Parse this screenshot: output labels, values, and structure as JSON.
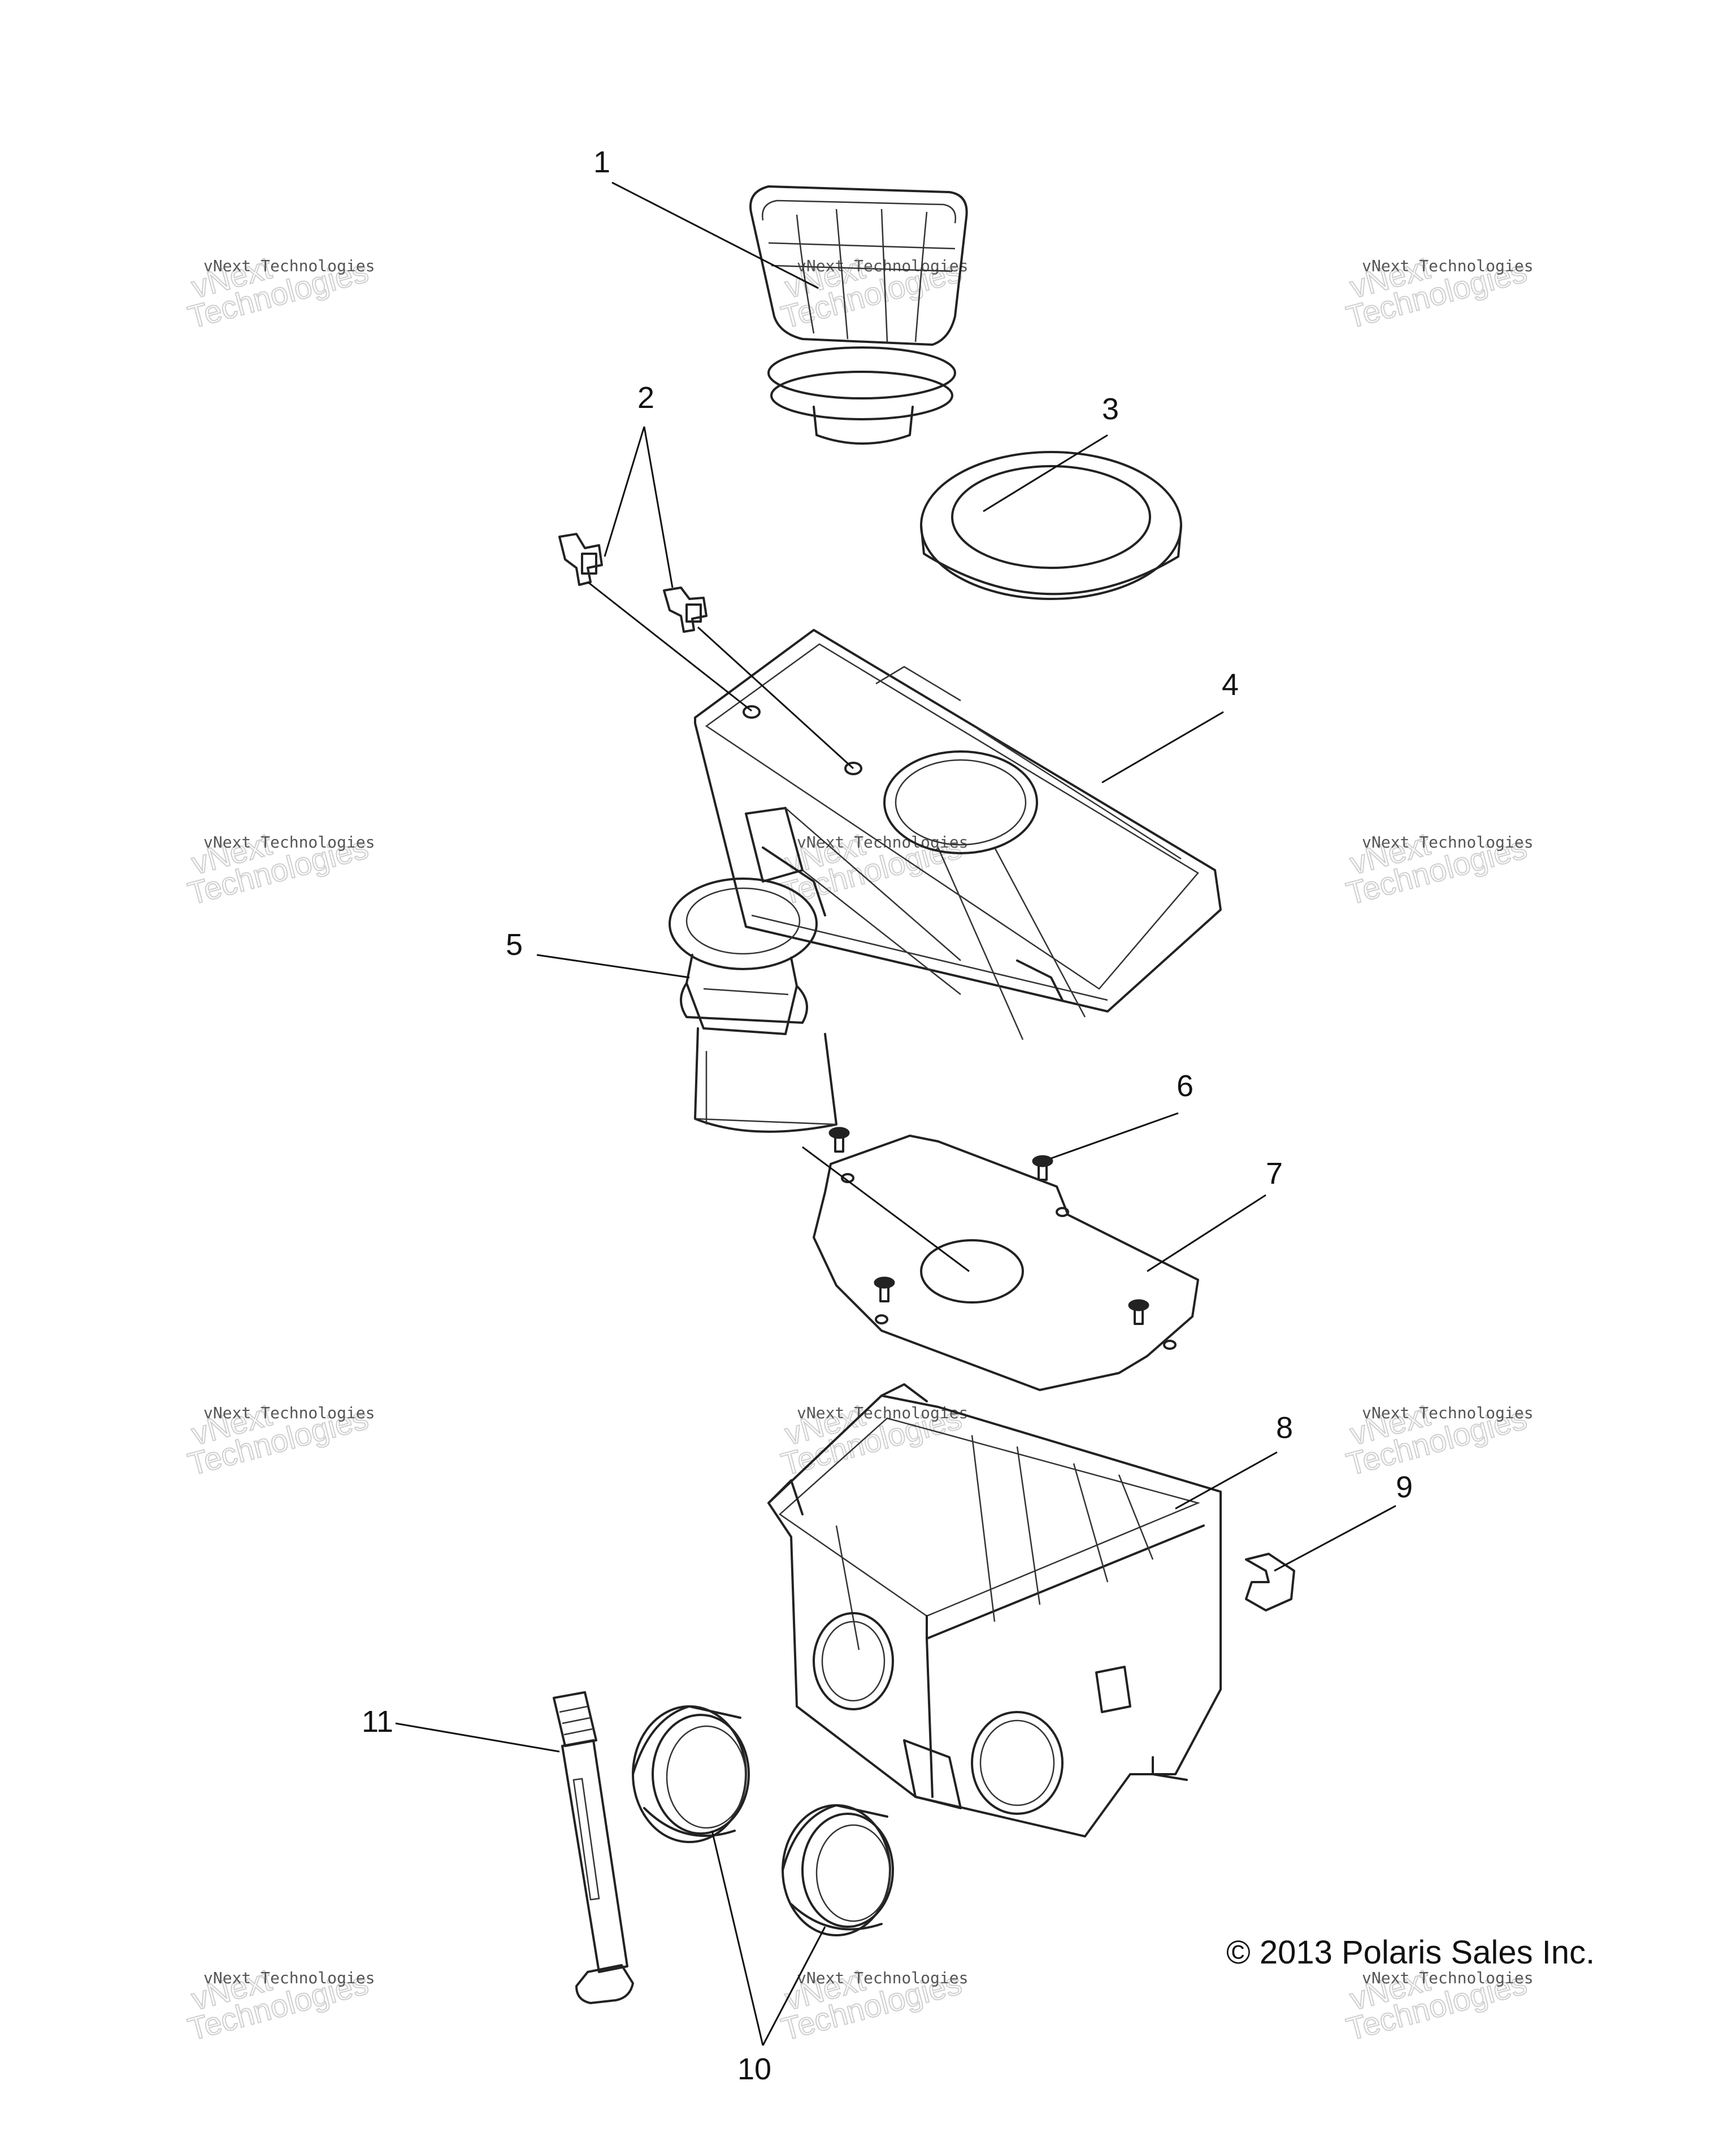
{
  "callouts": [
    "1",
    "2",
    "3",
    "4",
    "5",
    "6",
    "7",
    "8",
    "9",
    "10",
    "11"
  ],
  "watermark": {
    "line1": "vNext Technologies",
    "line2_a": "vNext",
    "line2_b": "Technologies"
  },
  "copyright": "© 2013 Polaris Sales Inc."
}
